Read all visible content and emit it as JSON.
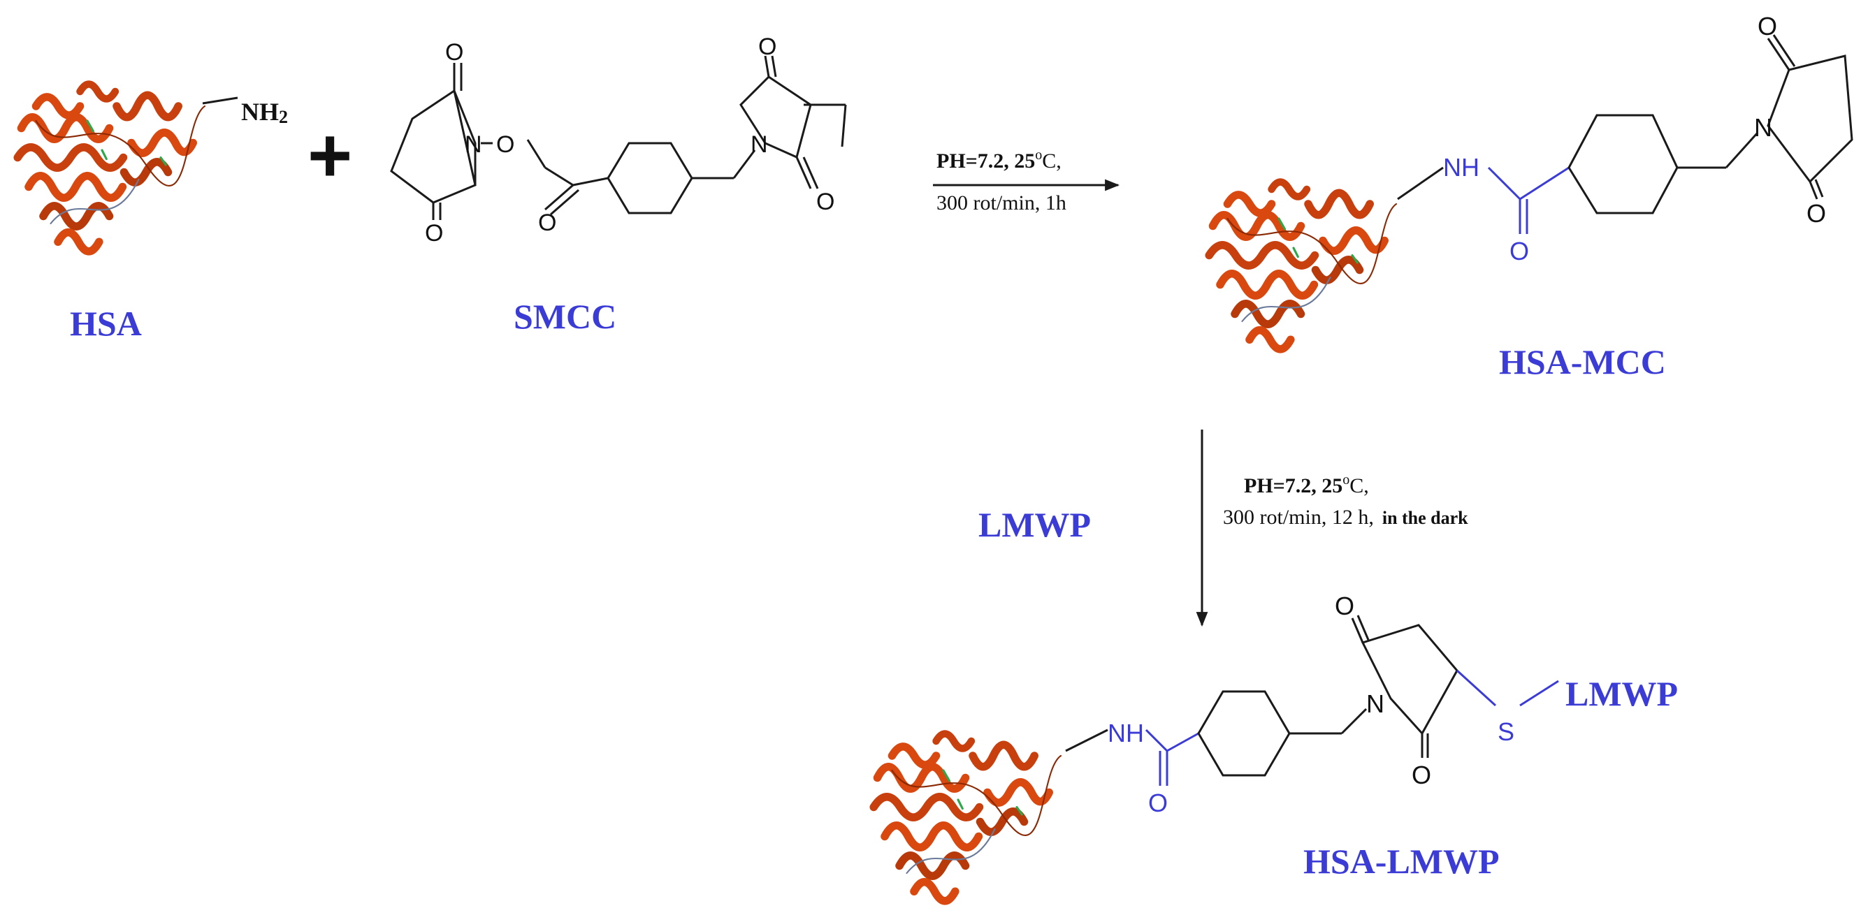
{
  "labels": {
    "hsa": "HSA",
    "smcc": "SMCC",
    "hsa_mcc": "HSA-MCC",
    "lmwp_reagent": "LMWP",
    "lmwp_group": "LMWP",
    "hsa_lmwp": "HSA-LMWP",
    "plus": "+"
  },
  "atoms": {
    "nh2": "NH",
    "nh2_sub": "2",
    "O": "O",
    "N": "N",
    "NH": "NH",
    "S": "S"
  },
  "step1": {
    "line1_bold": "PH=7.2, 25",
    "line1_rest": "C,",
    "line2": "300 rot/min,  1h"
  },
  "step2": {
    "line1_bold": "PH=7.2, 25",
    "line1_rest": "C,",
    "line2": "300 rot/min,  12 h,",
    "line2_tail": "in the dark"
  },
  "colors": {
    "label_blue": "#3b3bd6",
    "bond_black": "#1a1a1a",
    "protein_orange": "#d9480f",
    "protein_dark": "#8a2a05"
  },
  "icons": {
    "protein": "protein-ribbon-icon",
    "arrow": "reaction-arrow-icon"
  }
}
